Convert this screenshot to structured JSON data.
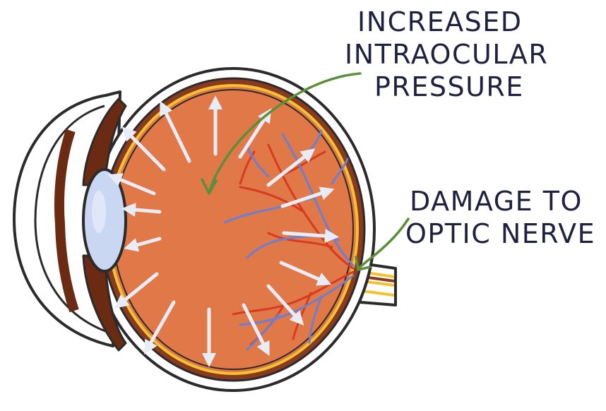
{
  "labels": {
    "pressure": {
      "lines": [
        "INCREASED",
        "INTRAOCULAR",
        "PRESSURE"
      ]
    },
    "nerve": {
      "lines": [
        "DAMAGE TO",
        "OPTIC NERVE"
      ]
    }
  },
  "colors": {
    "sclera": "#ffffff",
    "choroid": "#8a3a1e",
    "retina_line": "#f2c230",
    "vitreous": "#e07847",
    "lens": "#c9d7f2",
    "iris": "#6b2a12",
    "pressure_arrows": "#e8ecf7",
    "vessel_red": "#d83a22",
    "vessel_blue": "#6c7fd0",
    "pointer": "#5b8f3a",
    "outline": "#2b2b2b",
    "text": "#1f2140"
  }
}
